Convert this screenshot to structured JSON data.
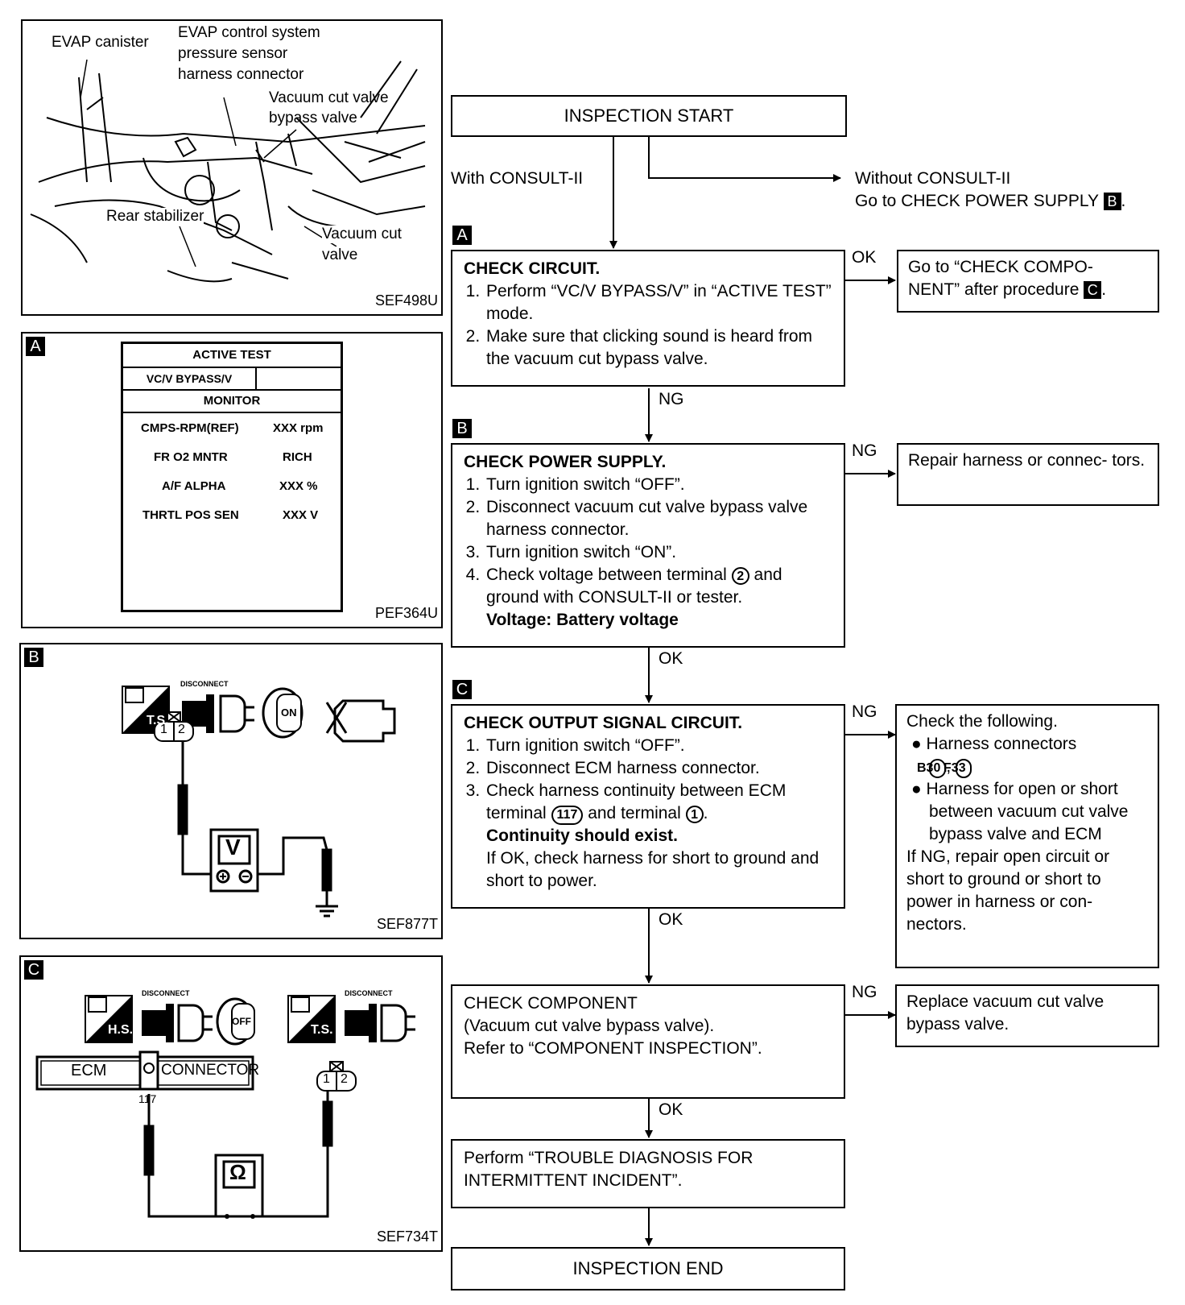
{
  "panel_engine": {
    "labels": [
      "EVAP canister",
      "EVAP control system",
      "pressure sensor",
      "harness connector",
      "Vacuum cut valve",
      "bypass valve",
      "Rear stabilizer",
      "Vacuum cut",
      "valve"
    ],
    "ref": "SEF498U"
  },
  "panel_a": {
    "badge": "A",
    "header": "ACTIVE TEST",
    "item": "VC/V BYPASS/V",
    "monitor": "MONITOR",
    "rows": [
      {
        "name": "CMPS-RPM(REF)",
        "value": "XXX rpm"
      },
      {
        "name": "FR O2 MNTR",
        "value": "RICH"
      },
      {
        "name": "A/F ALPHA",
        "value": "XXX %"
      },
      {
        "name": "THRTL POS SEN",
        "value": "XXX V"
      }
    ],
    "ref": "PEF364U"
  },
  "panel_b": {
    "badge": "B",
    "ts": "T.S.",
    "disconnect": "DISCONNECT",
    "on": "ON",
    "pins": [
      "1",
      "2"
    ],
    "meter": "V",
    "ref": "SEF877T"
  },
  "panel_c": {
    "badge": "C",
    "hs": "H.S.",
    "ts": "T.S.",
    "disconnect": "DISCONNECT",
    "off": "OFF",
    "ecm": "ECM",
    "connector": "CONNECTOR",
    "terminal": "117",
    "pins": [
      "1",
      "2"
    ],
    "meter": "Ω",
    "ref": "SEF734T"
  },
  "flow": {
    "start": "INSPECTION START",
    "with_consult": "With CONSULT-II",
    "without_consult": "Without CONSULT-II",
    "go_power": "Go to CHECK POWER SUPPLY",
    "badge_a": "A",
    "badge_b": "B",
    "badge_c": "C",
    "circuit": {
      "title": "CHECK CIRCUIT.",
      "steps": [
        "Perform “VC/V BYPASS/V” in “ACTIVE TEST” mode.",
        "Make sure that clicking sound is heard from the vacuum cut bypass valve."
      ]
    },
    "ok1": "OK",
    "goto_component_a": "Go to “CHECK COMPO-",
    "goto_component_b": "NENT” after procedure",
    "ng1": "NG",
    "power": {
      "title": "CHECK POWER SUPPLY.",
      "steps": [
        "Turn ignition switch “OFF”.",
        "Disconnect vacuum cut valve bypass valve harness connector.",
        "Turn ignition switch “ON”."
      ],
      "step4a": "Check voltage between terminal",
      "terminal": "2",
      "step4b": "and ground with CONSULT-II or tester.",
      "spec": "Voltage: Battery voltage"
    },
    "ng2": "NG",
    "repair1": "Repair harness or connec- tors.",
    "ok2": "OK",
    "output": {
      "title": "CHECK OUTPUT SIGNAL CIRCUIT.",
      "steps": [
        "Turn ignition switch “OFF”.",
        "Disconnect ECM harness connector."
      ],
      "step3a": "Check harness continuity between ECM terminal",
      "term_a": "117",
      "step3b": "and terminal",
      "term_b": "1",
      "spec": "Continuity should exist.",
      "note": "If OK, check harness for short to ground and short to power."
    },
    "ng3": "NG",
    "check_following": {
      "title": "Check the following.",
      "b1": "Harness connectors",
      "c1": "B30",
      "c2": "F33",
      "b2": "Harness for open or short between vacuum cut valve bypass valve and ECM",
      "note": "If NG, repair open circuit or short to ground or short to power in harness or con- nectors."
    },
    "ok3": "OK",
    "component": {
      "line1": "CHECK COMPONENT",
      "line2": "(Vacuum cut valve bypass valve).",
      "line3": "Refer to “COMPONENT INSPECTION”."
    },
    "ng4": "NG",
    "replace": "Replace vacuum cut valve bypass valve.",
    "ok4": "OK",
    "trouble": "Perform “TROUBLE DIAGNOSIS FOR INTERMITTENT INCIDENT”.",
    "end": "INSPECTION END"
  }
}
